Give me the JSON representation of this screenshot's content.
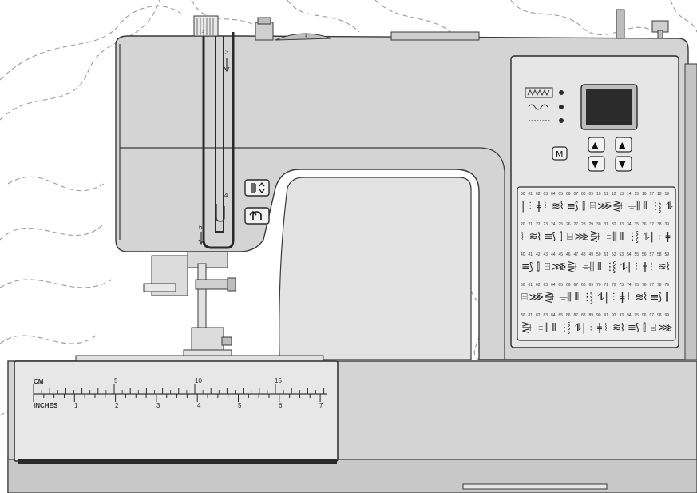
{
  "image": {
    "subject": "sewing-machine-front-view",
    "colors": {
      "body": "#d4d4d4",
      "panel": "#e6e6e6",
      "outline": "#3a3a3a",
      "thread_path": "#2a2a2a",
      "display": "#2b2b2b",
      "dashed_background": "#9a9a9a"
    }
  },
  "thread_guide": {
    "step_3_top": "3",
    "step_3_arrow": "3",
    "step_4": "4",
    "step_6": "6",
    "handwheel_mark": "4"
  },
  "buttons": {
    "needle_up_down_icon": "needle-up-down",
    "reverse_icon": "reverse-stitch",
    "memory_label": "M",
    "up_arrow": "▲",
    "down_arrow": "▼"
  },
  "stitch_chart": {
    "row_numbers": [
      [
        "00",
        "01",
        "02",
        "03",
        "04",
        "05",
        "06",
        "07",
        "08",
        "09",
        "10",
        "11",
        "12",
        "13",
        "14",
        "15",
        "16",
        "17",
        "18",
        "19"
      ],
      [
        "20",
        "21",
        "22",
        "23",
        "24",
        "25",
        "26",
        "27",
        "28",
        "29",
        "30",
        "31",
        "32",
        "33",
        "34",
        "35",
        "36",
        "37",
        "38",
        "39"
      ],
      [
        "40",
        "41",
        "42",
        "43",
        "44",
        "45",
        "46",
        "47",
        "48",
        "49",
        "50",
        "51",
        "52",
        "53",
        "54",
        "55",
        "56",
        "57",
        "58",
        "59"
      ],
      [
        "60",
        "61",
        "62",
        "63",
        "64",
        "65",
        "66",
        "67",
        "68",
        "69",
        "70",
        "71",
        "72",
        "73",
        "74",
        "75",
        "76",
        "77",
        "78",
        "79"
      ],
      [
        "80",
        "81",
        "82",
        "83",
        "84",
        "85",
        "86",
        "87",
        "88",
        "89",
        "90",
        "91",
        "92",
        "93",
        "94",
        "95",
        "96",
        "97",
        "98",
        "99"
      ]
    ]
  },
  "ruler": {
    "unit_top": "CM",
    "unit_bottom": "INCHES",
    "cm_labels": [
      "5",
      "10",
      "15"
    ],
    "inch_labels": [
      "1",
      "2",
      "3",
      "4",
      "5",
      "6",
      "7"
    ]
  }
}
